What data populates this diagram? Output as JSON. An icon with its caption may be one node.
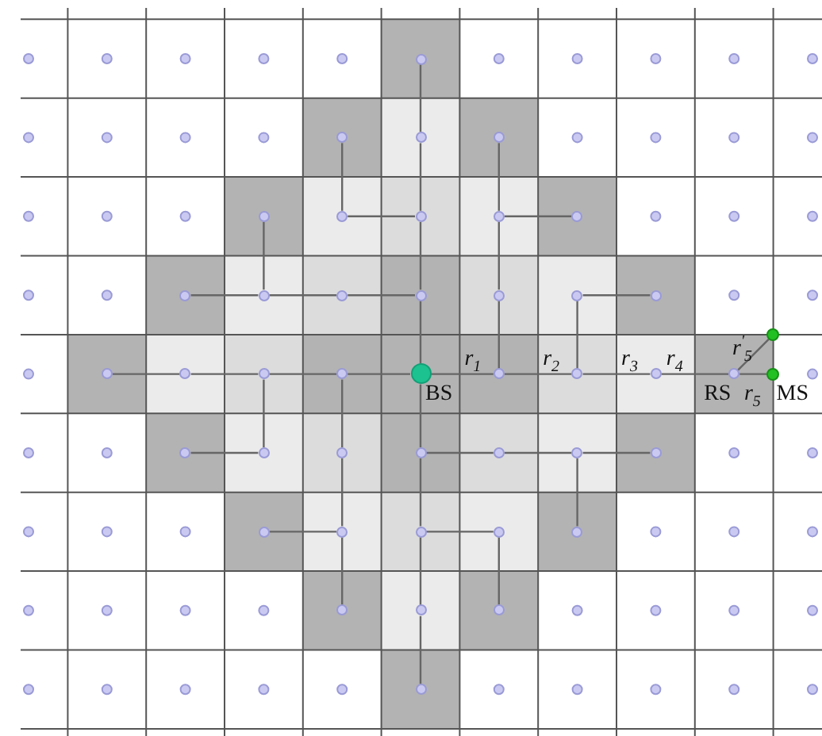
{
  "diagram": {
    "nodes": [
      {
        "text": [],
        "shape": "circle"
      },
      {
        "text": [],
        "shape": "circle"
      },
      {
        "text": [],
        "shape": "circle"
      },
      {
        "text": [],
        "shape": "circle"
      },
      {
        "text": [],
        "shape": "circle"
      },
      {
        "text": [],
        "shape": "circle"
      },
      {
        "text": [],
        "shape": "circle"
      },
      {
        "text": [],
        "shape": "circle"
      },
      {
        "text": [],
        "shape": "circle"
      },
      {
        "text": [],
        "shape": "circle"
      },
      {
        "text": [],
        "shape": "circle"
      },
      {
        "text": [],
        "shape": "circle"
      },
      {
        "text": [],
        "shape": "circle"
      },
      {
        "text": [],
        "shape": "circle"
      },
      {
        "text": [],
        "shape": "circle"
      },
      {
        "text": [],
        "shape": "circle"
      },
      {
        "text": [],
        "shape": "circle"
      },
      {
        "text": [],
        "shape": "circle"
      },
      {
        "text": [],
        "shape": "circle"
      },
      {
        "text": [],
        "shape": "circle"
      },
      {
        "text": [],
        "shape": "circle"
      },
      {
        "text": [],
        "shape": "circle",
        "beside": [
          "BS"
        ]
      },
      {
        "text": [],
        "shape": "circle"
      },
      {
        "text": [],
        "shape": "circle"
      },
      {
        "text": [],
        "shape": "circle"
      },
      {
        "text": [],
        "shape": "circle",
        "beside": [
          "RS"
        ]
      },
      {
        "text": [],
        "shape": "circle",
        "beside": [
          "MS"
        ]
      },
      {
        "text": [],
        "shape": "circle"
      },
      {
        "text": [],
        "shape": "circle"
      },
      {
        "text": [],
        "shape": "circle"
      },
      {
        "text": [],
        "shape": "circle"
      },
      {
        "text": [],
        "shape": "circle"
      },
      {
        "text": [],
        "shape": "circle"
      },
      {
        "text": [],
        "shape": "circle"
      },
      {
        "text": [],
        "shape": "circle"
      },
      {
        "text": [],
        "shape": "circle"
      },
      {
        "text": [],
        "shape": "circle"
      },
      {
        "text": [],
        "shape": "circle"
      },
      {
        "text": [],
        "shape": "circle"
      },
      {
        "text": [],
        "shape": "circle"
      },
      {
        "text": [],
        "shape": "circle"
      },
      {
        "text": [],
        "shape": "circle"
      },
      {
        "text": [],
        "shape": "circle"
      }
    ],
    "edges": [
      {
        "from": 0,
        "to": 2,
        "arrow": "none"
      },
      {
        "from": 2,
        "to": 6,
        "arrow": "none"
      },
      {
        "from": 6,
        "to": 12,
        "arrow": "none"
      },
      {
        "from": 12,
        "to": 21,
        "arrow": "none"
      },
      {
        "from": 21,
        "to": 30,
        "arrow": "none"
      },
      {
        "from": 30,
        "to": 36,
        "arrow": "none"
      },
      {
        "from": 36,
        "to": 40,
        "arrow": "none"
      },
      {
        "from": 40,
        "to": 42,
        "arrow": "none"
      },
      {
        "from": 17,
        "to": 18,
        "arrow": "none"
      },
      {
        "from": 18,
        "to": 19,
        "arrow": "none"
      },
      {
        "from": 19,
        "to": 20,
        "arrow": "none"
      },
      {
        "from": 20,
        "to": 21,
        "arrow": "none"
      },
      {
        "from": 21,
        "to": 22,
        "arrow": "none",
        "label": "r$_{1}$"
      },
      {
        "from": 22,
        "to": 23,
        "arrow": "none",
        "label": "r$_{2}$"
      },
      {
        "from": 23,
        "to": 24,
        "arrow": "none",
        "label": "r$_{3}$"
      },
      {
        "from": 24,
        "to": 25,
        "arrow": "none",
        "label": "r$_{4}$"
      },
      {
        "from": 25,
        "to": 26,
        "arrow": "none",
        "label": "r$_{5}$"
      },
      {
        "from": 25,
        "to": 16,
        "arrow": "none",
        "label": "r$^{'}$$_{5}$"
      },
      {
        "from": 1,
        "to": 5,
        "arrow": "none"
      },
      {
        "from": 5,
        "to": 6,
        "arrow": "none"
      },
      {
        "from": 4,
        "to": 10,
        "arrow": "none"
      },
      {
        "from": 9,
        "to": 10,
        "arrow": "none"
      },
      {
        "from": 10,
        "to": 11,
        "arrow": "none"
      },
      {
        "from": 11,
        "to": 12,
        "arrow": "none"
      },
      {
        "from": 3,
        "to": 7,
        "arrow": "none"
      },
      {
        "from": 7,
        "to": 13,
        "arrow": "none"
      },
      {
        "from": 13,
        "to": 22,
        "arrow": "none"
      },
      {
        "from": 7,
        "to": 8,
        "arrow": "none"
      },
      {
        "from": 14,
        "to": 15,
        "arrow": "none"
      },
      {
        "from": 14,
        "to": 23,
        "arrow": "none"
      },
      {
        "from": 20,
        "to": 29,
        "arrow": "none"
      },
      {
        "from": 29,
        "to": 35,
        "arrow": "none"
      },
      {
        "from": 35,
        "to": 39,
        "arrow": "none"
      },
      {
        "from": 19,
        "to": 28,
        "arrow": "none"
      },
      {
        "from": 27,
        "to": 28,
        "arrow": "none"
      },
      {
        "from": 34,
        "to": 35,
        "arrow": "none"
      },
      {
        "from": 30,
        "to": 31,
        "arrow": "none"
      },
      {
        "from": 31,
        "to": 32,
        "arrow": "none"
      },
      {
        "from": 32,
        "to": 33,
        "arrow": "none"
      },
      {
        "from": 32,
        "to": 38,
        "arrow": "none"
      },
      {
        "from": 36,
        "to": 37,
        "arrow": "none"
      },
      {
        "from": 37,
        "to": 41,
        "arrow": "none"
      }
    ]
  }
}
